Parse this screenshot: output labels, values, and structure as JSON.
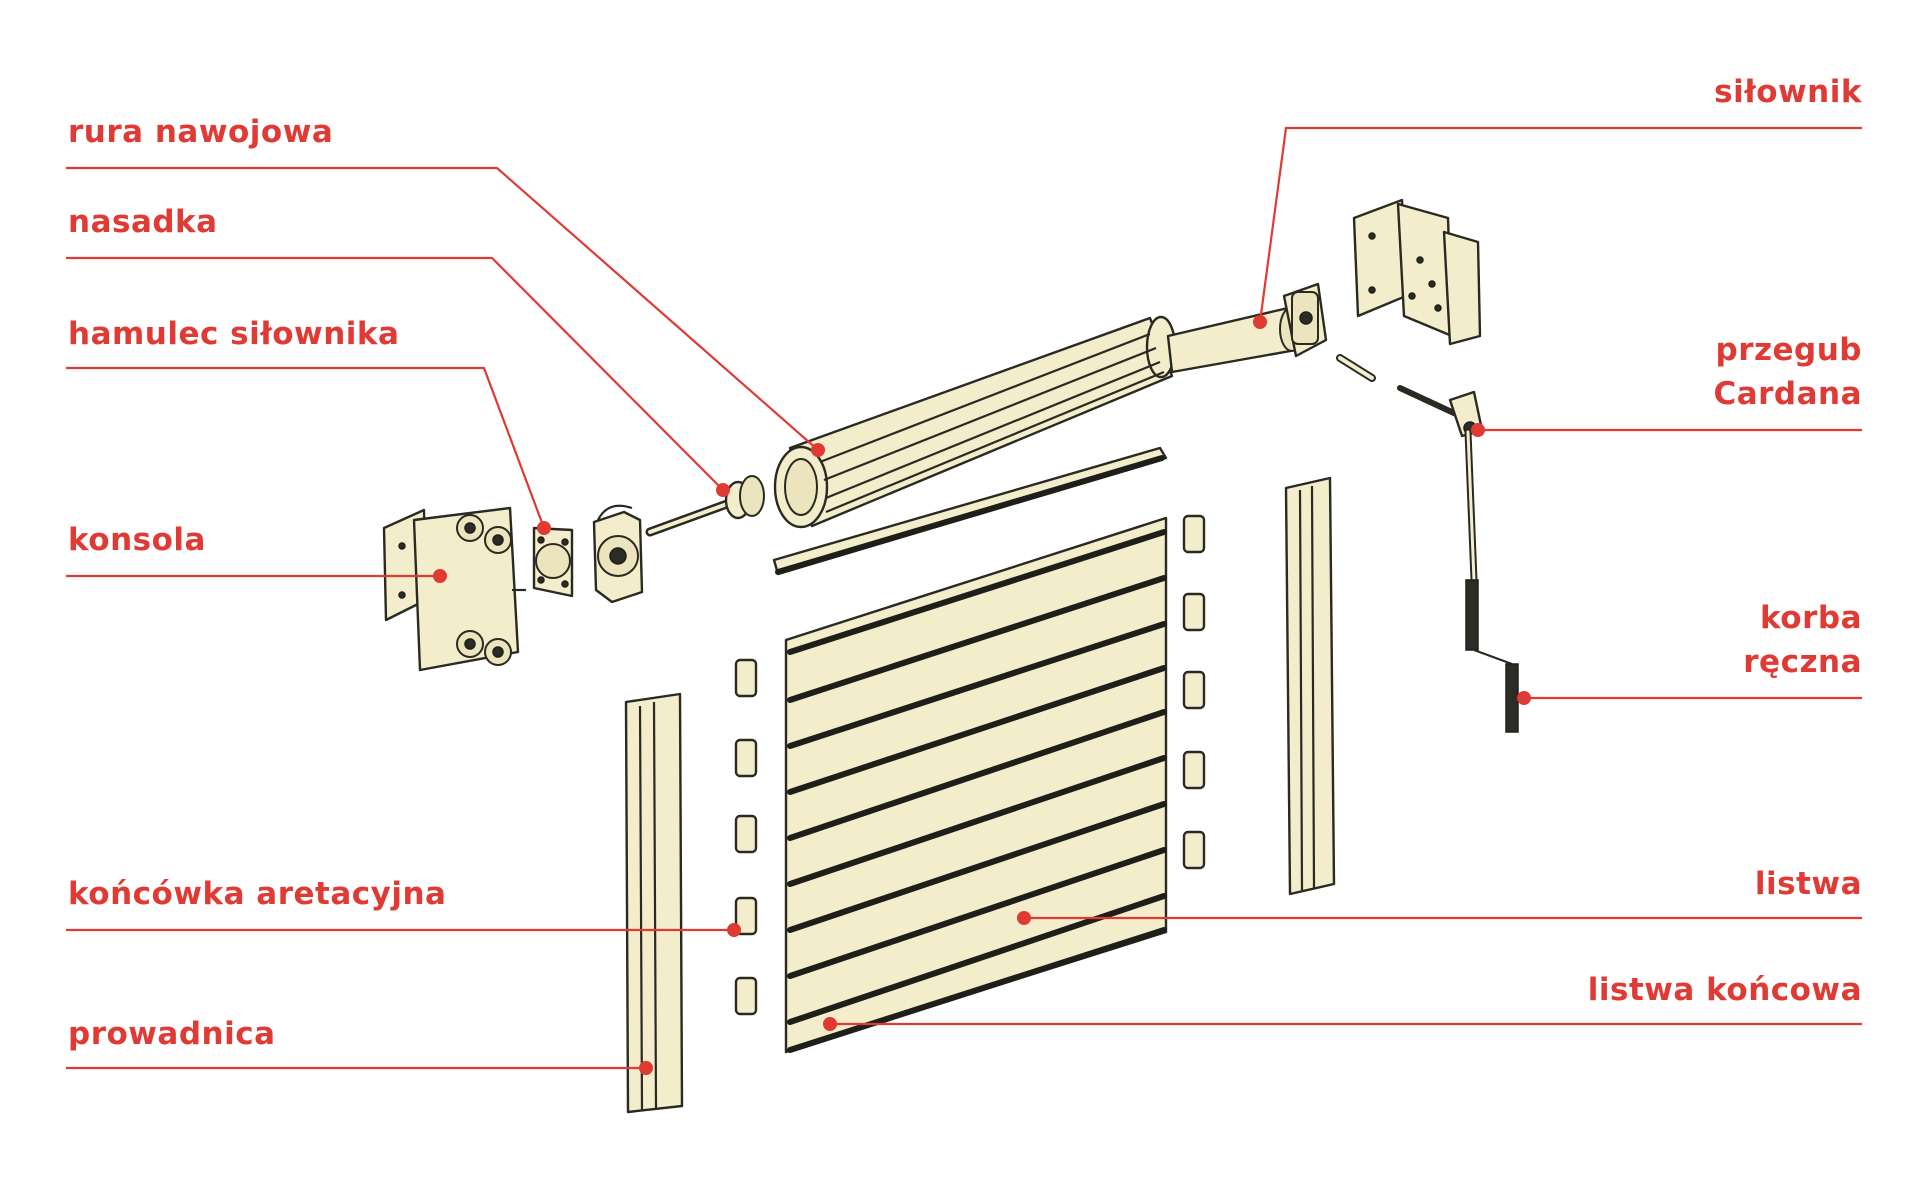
{
  "diagram": {
    "labels": {
      "rura_nawojowa": "rura nawojowa",
      "nasadka": "nasadka",
      "hamulec": "hamulec siłownika",
      "konsola": "konsola",
      "koncowka": "końcówka aretacyjna",
      "prowadnica": "prowadnica",
      "silownik": "siłownik",
      "przegub_1": "przegub",
      "przegub_2": "Cardana",
      "korba_1": "korba",
      "korba_2": "ręczna",
      "listwa": "listwa",
      "listwa_koncowa": "listwa końcowa"
    },
    "colors": {
      "accent": "#e03a35",
      "part_fill": "#f3edcc",
      "outline": "#2a2a22"
    }
  }
}
